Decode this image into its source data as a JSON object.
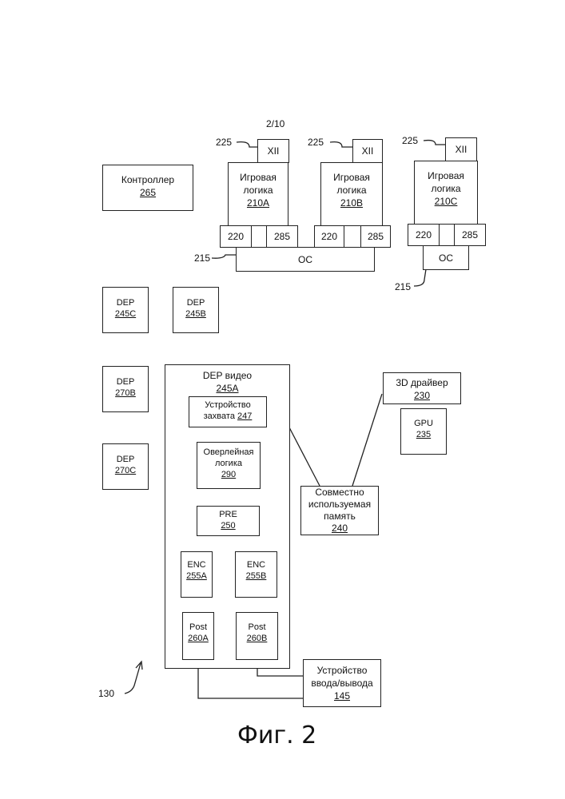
{
  "sheet": "2/10",
  "caption": "Фиг. 2",
  "system_ref": "130",
  "controller": {
    "name": "Контроллер",
    "ref": "265"
  },
  "game_units": [
    {
      "xii": "XII",
      "xii_ref": "225",
      "name": [
        "Игровая",
        "логика"
      ],
      "ref": "210A",
      "left_ref": "220",
      "right_ref": "285"
    },
    {
      "xii": "XII",
      "xii_ref": "225",
      "name": [
        "Игровая",
        "логика"
      ],
      "ref": "210B",
      "left_ref": "220",
      "right_ref": "285"
    },
    {
      "xii": "XII",
      "xii_ref": "225",
      "name": [
        "Игровая",
        "логика"
      ],
      "ref": "210C",
      "left_ref": "220",
      "right_ref": "285"
    }
  ],
  "os_shared": {
    "name": "ОС",
    "ref": "215"
  },
  "os_single": {
    "name": "ОС",
    "ref": "215"
  },
  "dep_boxes": [
    {
      "name": "DEP",
      "ref": "245C"
    },
    {
      "name": "DEP",
      "ref": "245B"
    },
    {
      "name": "DEP",
      "ref": "270B"
    },
    {
      "name": "DEP",
      "ref": "270C"
    }
  ],
  "dep_video": {
    "name": "DEP видео",
    "ref": "245A"
  },
  "capture": {
    "name_line1": "Устройство",
    "name_line2": "захвата",
    "ref": "247"
  },
  "overlay": {
    "name": [
      "Оверлейная",
      "логика"
    ],
    "ref": "290"
  },
  "pre": {
    "name": "PRE",
    "ref": "250"
  },
  "encoders": [
    {
      "name": "ENC",
      "ref": "255A"
    },
    {
      "name": "ENC",
      "ref": "255B"
    }
  ],
  "posts": [
    {
      "name": "Post",
      "ref": "260A"
    },
    {
      "name": "Post",
      "ref": "260B"
    }
  ],
  "shared_memory": {
    "name": [
      "Совместно",
      "используемая",
      "память"
    ],
    "ref": "240"
  },
  "driver_3d": {
    "name": "3D драйвер",
    "ref": "230"
  },
  "gpu": {
    "name": "GPU",
    "ref": "235"
  },
  "io_device": {
    "name": [
      "Устройство",
      "ввода/вывода"
    ],
    "ref": "145"
  }
}
